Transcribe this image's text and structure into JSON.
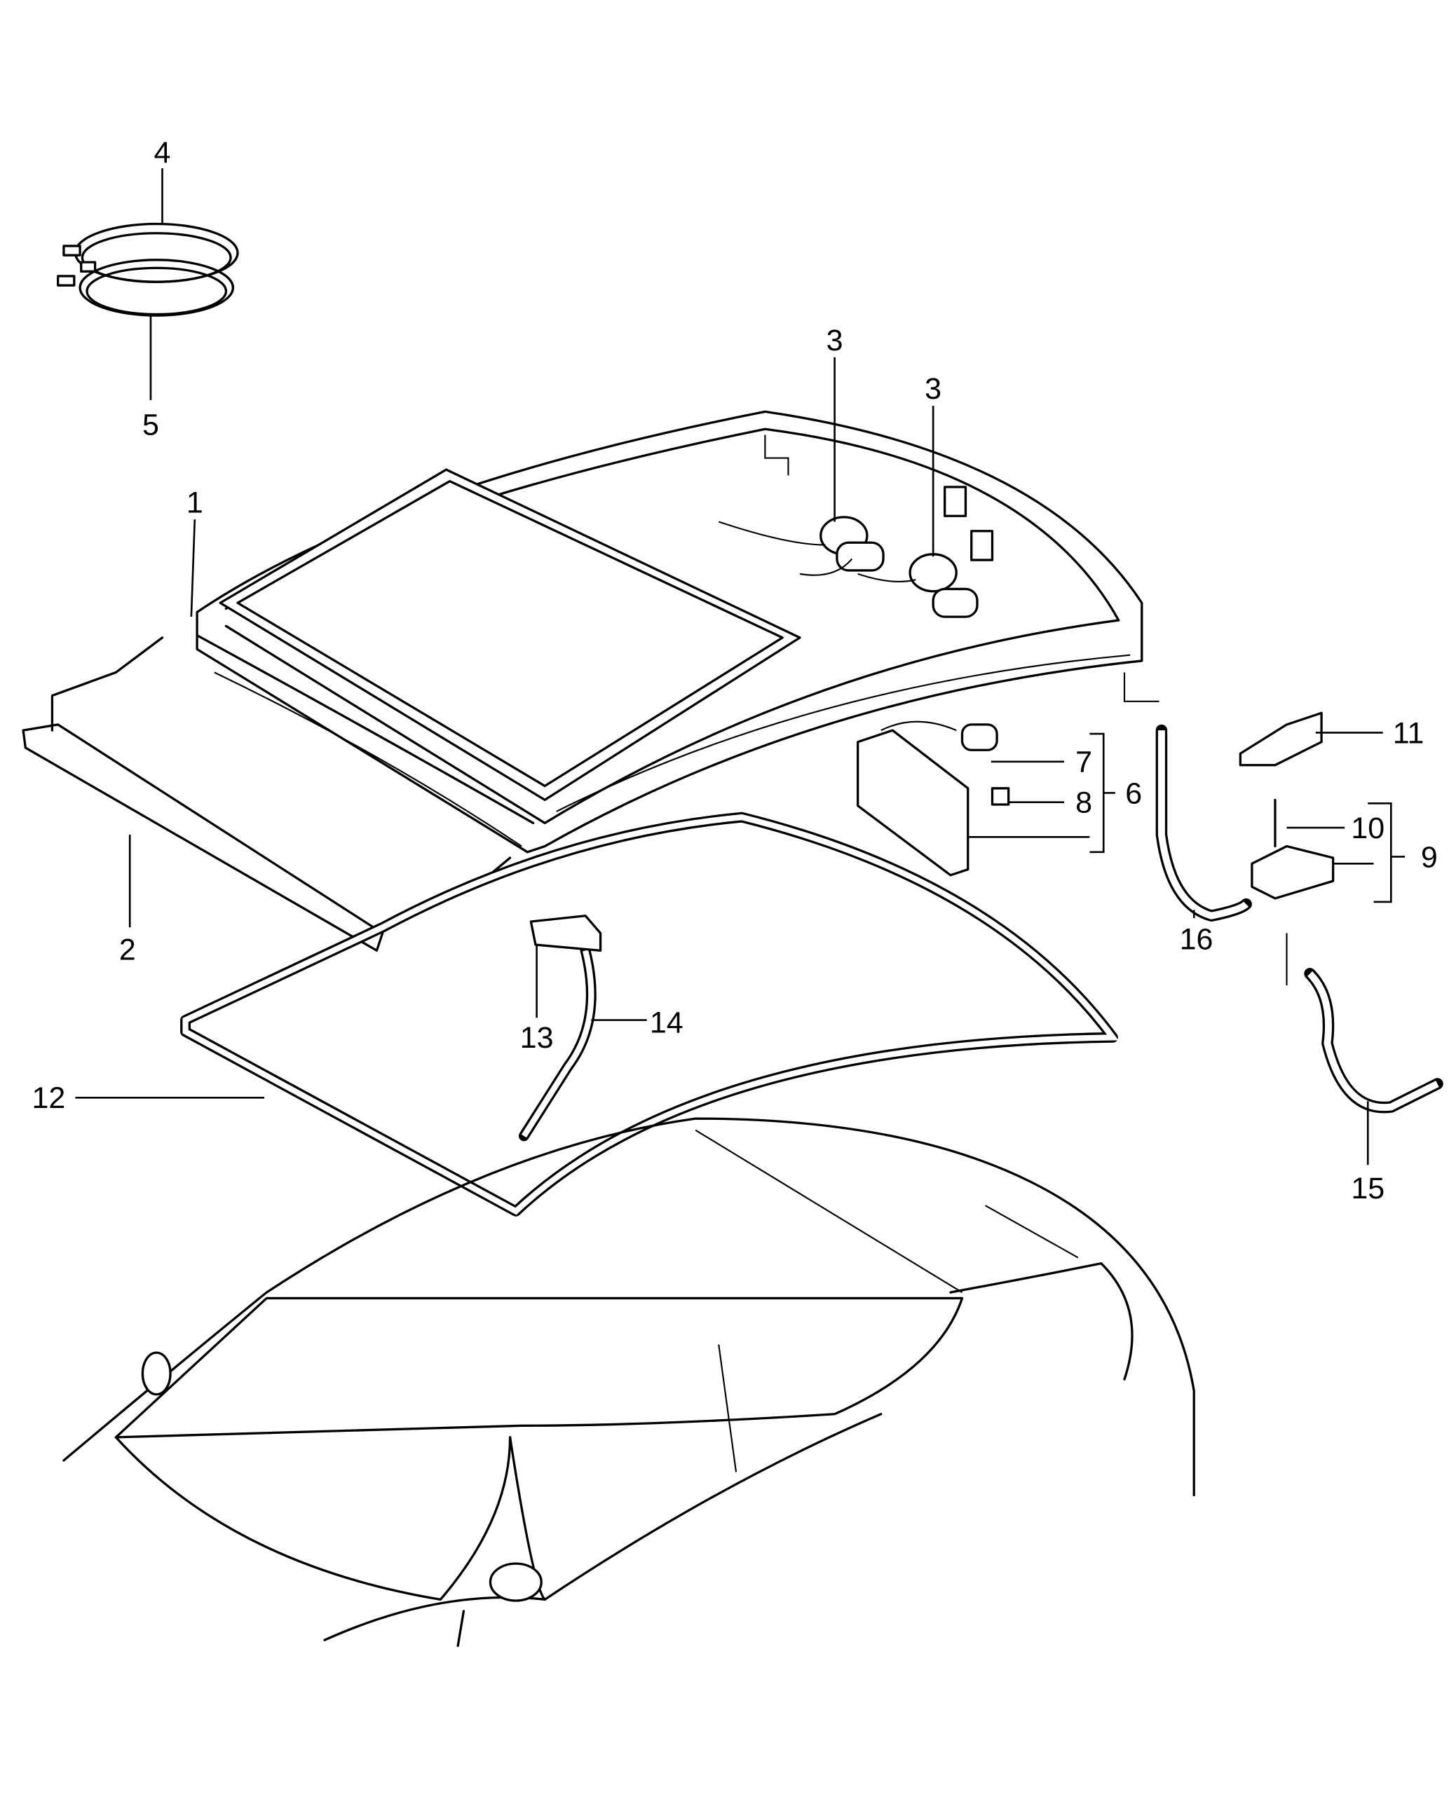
{
  "diagram": {
    "type": "exploded parts diagram",
    "callouts": [
      {
        "id": "c4",
        "label": "4"
      },
      {
        "id": "c5",
        "label": "5"
      },
      {
        "id": "c3a",
        "label": "3"
      },
      {
        "id": "c3b",
        "label": "3"
      },
      {
        "id": "c1",
        "label": "1"
      },
      {
        "id": "c2",
        "label": "2"
      },
      {
        "id": "c7",
        "label": "7"
      },
      {
        "id": "c8",
        "label": "8"
      },
      {
        "id": "c6",
        "label": "6"
      },
      {
        "id": "c11",
        "label": "11"
      },
      {
        "id": "c10",
        "label": "10"
      },
      {
        "id": "c9",
        "label": "9"
      },
      {
        "id": "c16",
        "label": "16"
      },
      {
        "id": "c13",
        "label": "13"
      },
      {
        "id": "c14",
        "label": "14"
      },
      {
        "id": "c12",
        "label": "12"
      },
      {
        "id": "c15",
        "label": "15"
      }
    ]
  }
}
